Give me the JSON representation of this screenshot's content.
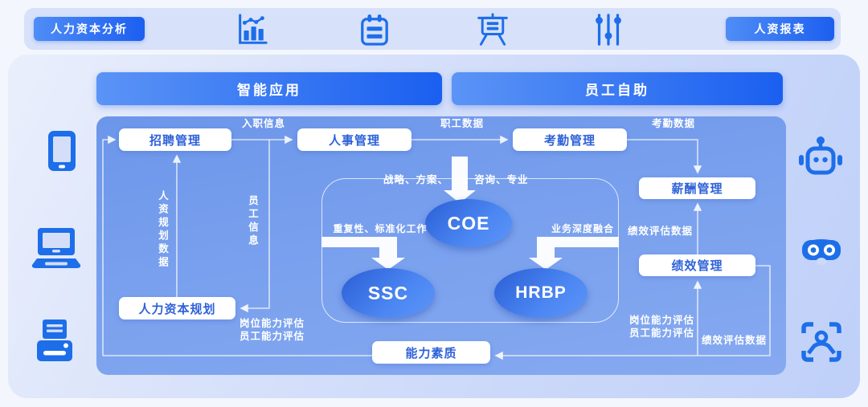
{
  "topbar": {
    "analysis_button": "人力资本分析",
    "report_button": "人资报表"
  },
  "headers": {
    "smart_apps": "智能应用",
    "self_service": "员工自助"
  },
  "flow": {
    "recruit": "招聘管理",
    "personnel": "人事管理",
    "attendance": "考勤管理",
    "salary": "薪酬管理",
    "performance": "绩效管理",
    "planning": "人力资本规划",
    "competency": "能力素质",
    "coe": "COE",
    "ssc": "SSC",
    "hrbp": "HRBP",
    "onboarding_info": "入职信息",
    "staff_data": "职工数据",
    "attendance_data": "考勤数据",
    "hr_planning_data": "人资规划数据",
    "employee_info": "员工信息",
    "strategy_part1": "战略、方案、",
    "strategy_part2": "咨询、专业",
    "repetitive_work": "重复性、标准化工作",
    "business_integration": "业务深度融合",
    "perf_eval_data_mid": "绩效评估数据",
    "post_ability_left": "岗位能力评估",
    "emp_ability_left": "员工能力评估",
    "post_ability_right": "岗位能力评估",
    "emp_ability_right": "员工能力评估",
    "perf_eval_data_bottom": "绩效评估数据"
  },
  "colors": {
    "accent_blue": "#1d6ee9",
    "panel_blue": "#7aa1ee",
    "node_text": "#2e62d9",
    "button_gradient_start": "#5b94f6",
    "button_gradient_end": "#1a5ff0"
  }
}
